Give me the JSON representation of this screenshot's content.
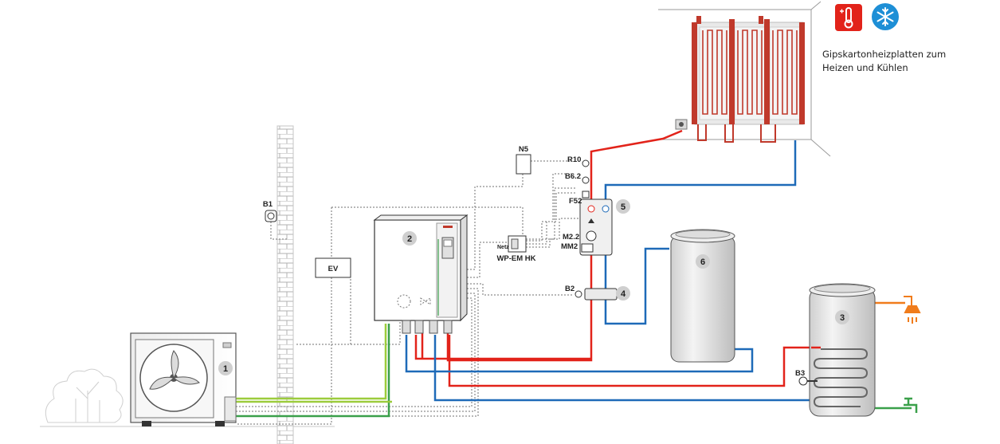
{
  "caption": {
    "line1": "Gipskartonheizplatten zum",
    "line2": "Heizen und Kühlen"
  },
  "components": {
    "outdoor_unit": "1",
    "indoor_unit": "2",
    "dhw_tank": "3",
    "distributor": "4",
    "hydraulic_station": "5",
    "buffer_tank": "6",
    "ev_box": "EV",
    "room_unit": "N5",
    "extension_module": "WP-EM HK",
    "extension_small": "Netz"
  },
  "sensors": {
    "outdoor": "B1",
    "flow": "B2",
    "dhw": "B3",
    "r10": "R10",
    "b62": "B6.2",
    "f52": "F52",
    "m22": "M2.2",
    "mm2": "MM2"
  },
  "icons": [
    "heating-icon",
    "cooling-icon",
    "shower-icon",
    "water-tap-icon"
  ],
  "colors": {
    "hot": "#e2231a",
    "cold": "#1e6ab8",
    "green": "#3aa04a",
    "lightgreen": "#9ccc3c",
    "orange": "#f07c1c",
    "wall": "#bdbdbd"
  }
}
